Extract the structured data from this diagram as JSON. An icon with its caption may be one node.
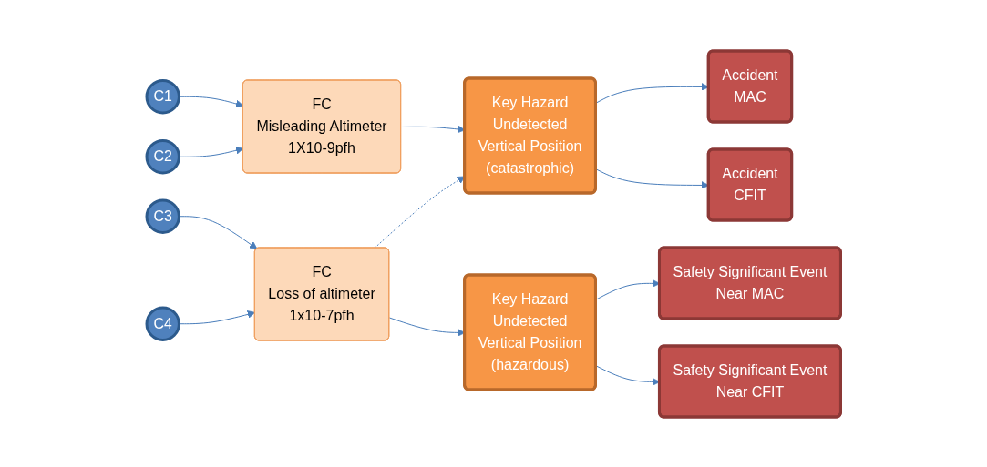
{
  "diagram": {
    "nodes": [
      {
        "text": [
          "C1"
        ]
      },
      {
        "text": [
          "C2"
        ]
      },
      {
        "text": [
          "C3"
        ]
      },
      {
        "text": [
          "C4"
        ]
      },
      {
        "text": [
          "FC",
          "Misleading Altimeter",
          "1X10-9pfh"
        ]
      },
      {
        "text": [
          "FC",
          "Loss of altimeter",
          "1x10-7pfh"
        ]
      },
      {
        "text": [
          "Key Hazard",
          "Undetected",
          "Vertical Position",
          "(catastrophic)"
        ]
      },
      {
        "text": [
          "Key Hazard",
          "Undetected",
          "Vertical Position",
          "(hazardous)"
        ]
      },
      {
        "text": [
          "Accident",
          "MAC"
        ]
      },
      {
        "text": [
          "Accident",
          "CFIT"
        ]
      },
      {
        "text": [
          "Safety Significant Event",
          "Near MAC"
        ]
      },
      {
        "text": [
          "Safety Significant Event",
          "Near CFIT"
        ]
      }
    ],
    "edges": [
      {
        "from": 0,
        "to": 4,
        "arrow": "to"
      },
      {
        "from": 1,
        "to": 4,
        "arrow": "to"
      },
      {
        "from": 4,
        "to": 6,
        "arrow": "to"
      },
      {
        "from": 5,
        "to": 6,
        "arrow": "to",
        "style": "dashed"
      },
      {
        "from": 2,
        "to": 5,
        "arrow": "to"
      },
      {
        "from": 3,
        "to": 5,
        "arrow": "to"
      },
      {
        "from": 5,
        "to": 7,
        "arrow": "to"
      },
      {
        "from": 6,
        "to": 8,
        "arrow": "to"
      },
      {
        "from": 6,
        "to": 9,
        "arrow": "to"
      },
      {
        "from": 7,
        "to": 10,
        "arrow": "to"
      },
      {
        "from": 7,
        "to": 11,
        "arrow": "to"
      }
    ]
  }
}
